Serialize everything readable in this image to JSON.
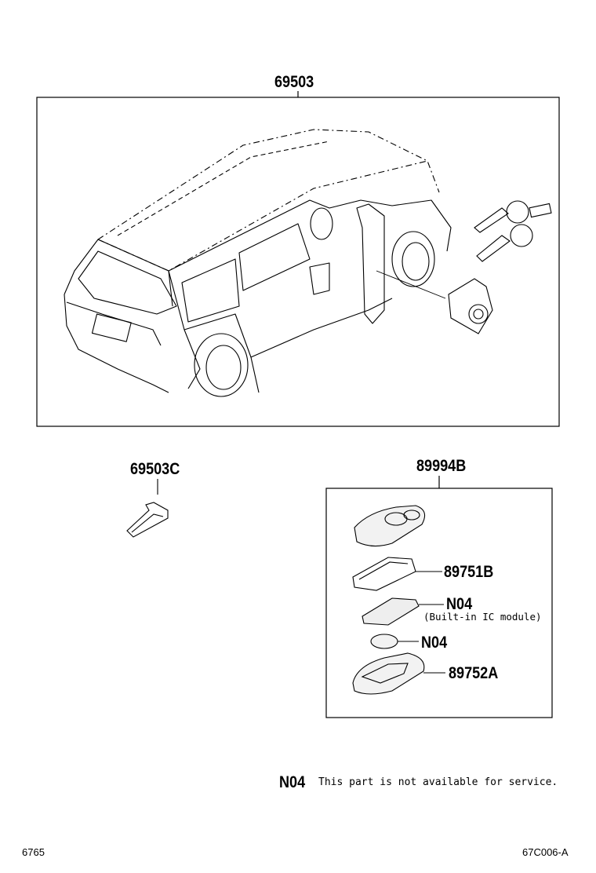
{
  "labels": {
    "main_kit": "69503",
    "blank_key": "69503C",
    "smart_key_kit": "89994B",
    "case_cover": "89751B",
    "ic_module": "N04",
    "ic_module_note": "(Built-in IC module)",
    "battery": "N04",
    "case_base": "89752A"
  },
  "footnote": {
    "code": "N04",
    "text": "This part is not available for service."
  },
  "corners": {
    "left": "6765",
    "right": "67C006-A"
  }
}
